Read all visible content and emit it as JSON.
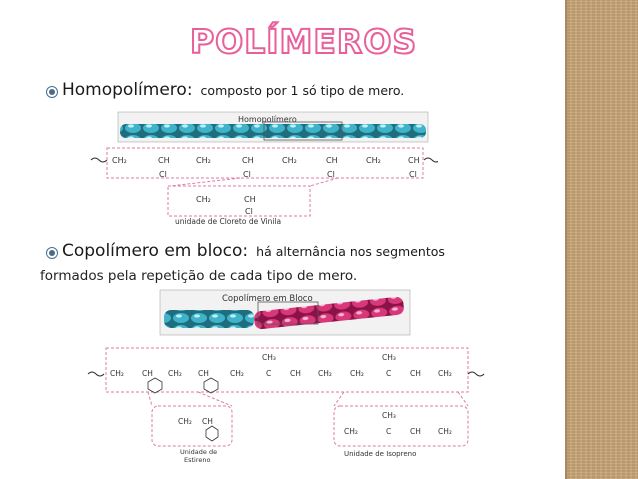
{
  "slide": {
    "title": "POLÍMEROS",
    "bullets": [
      {
        "term": "Homopolímero:",
        "desc": "composto por 1 só tipo de mero."
      },
      {
        "term": "Copolímero em bloco:",
        "desc": "há alternância nos segmentos",
        "desc2": "formados pela repetição de cada tipo de mero."
      }
    ]
  },
  "figure1": {
    "banner": "Homopolímero",
    "chain": [
      "CH₂",
      "CH",
      "CH₂",
      "CH",
      "CH₂",
      "CH",
      "CH₂",
      "CH"
    ],
    "subst": "Cl",
    "unit": [
      "CH₂",
      "CH"
    ],
    "caption": "unidade de Cloreto de Vinila"
  },
  "figure2": {
    "banner": "Copolímero em Bloco",
    "chain": [
      "CH₂",
      "CH",
      "CH₂",
      "CH",
      "CH₂",
      "C",
      "CH",
      "CH₂",
      "CH₂",
      "C",
      "CH",
      "CH₂"
    ],
    "methyl": "CH₃",
    "unit_styrene": [
      "CH₂",
      "CH"
    ],
    "unit_isoprene": [
      "CH₂",
      "C",
      "CH",
      "CH₂"
    ],
    "caption_styrene": [
      "Unidade de",
      "Estireno"
    ],
    "caption_isoprene": "Unidade de Isopreno"
  }
}
